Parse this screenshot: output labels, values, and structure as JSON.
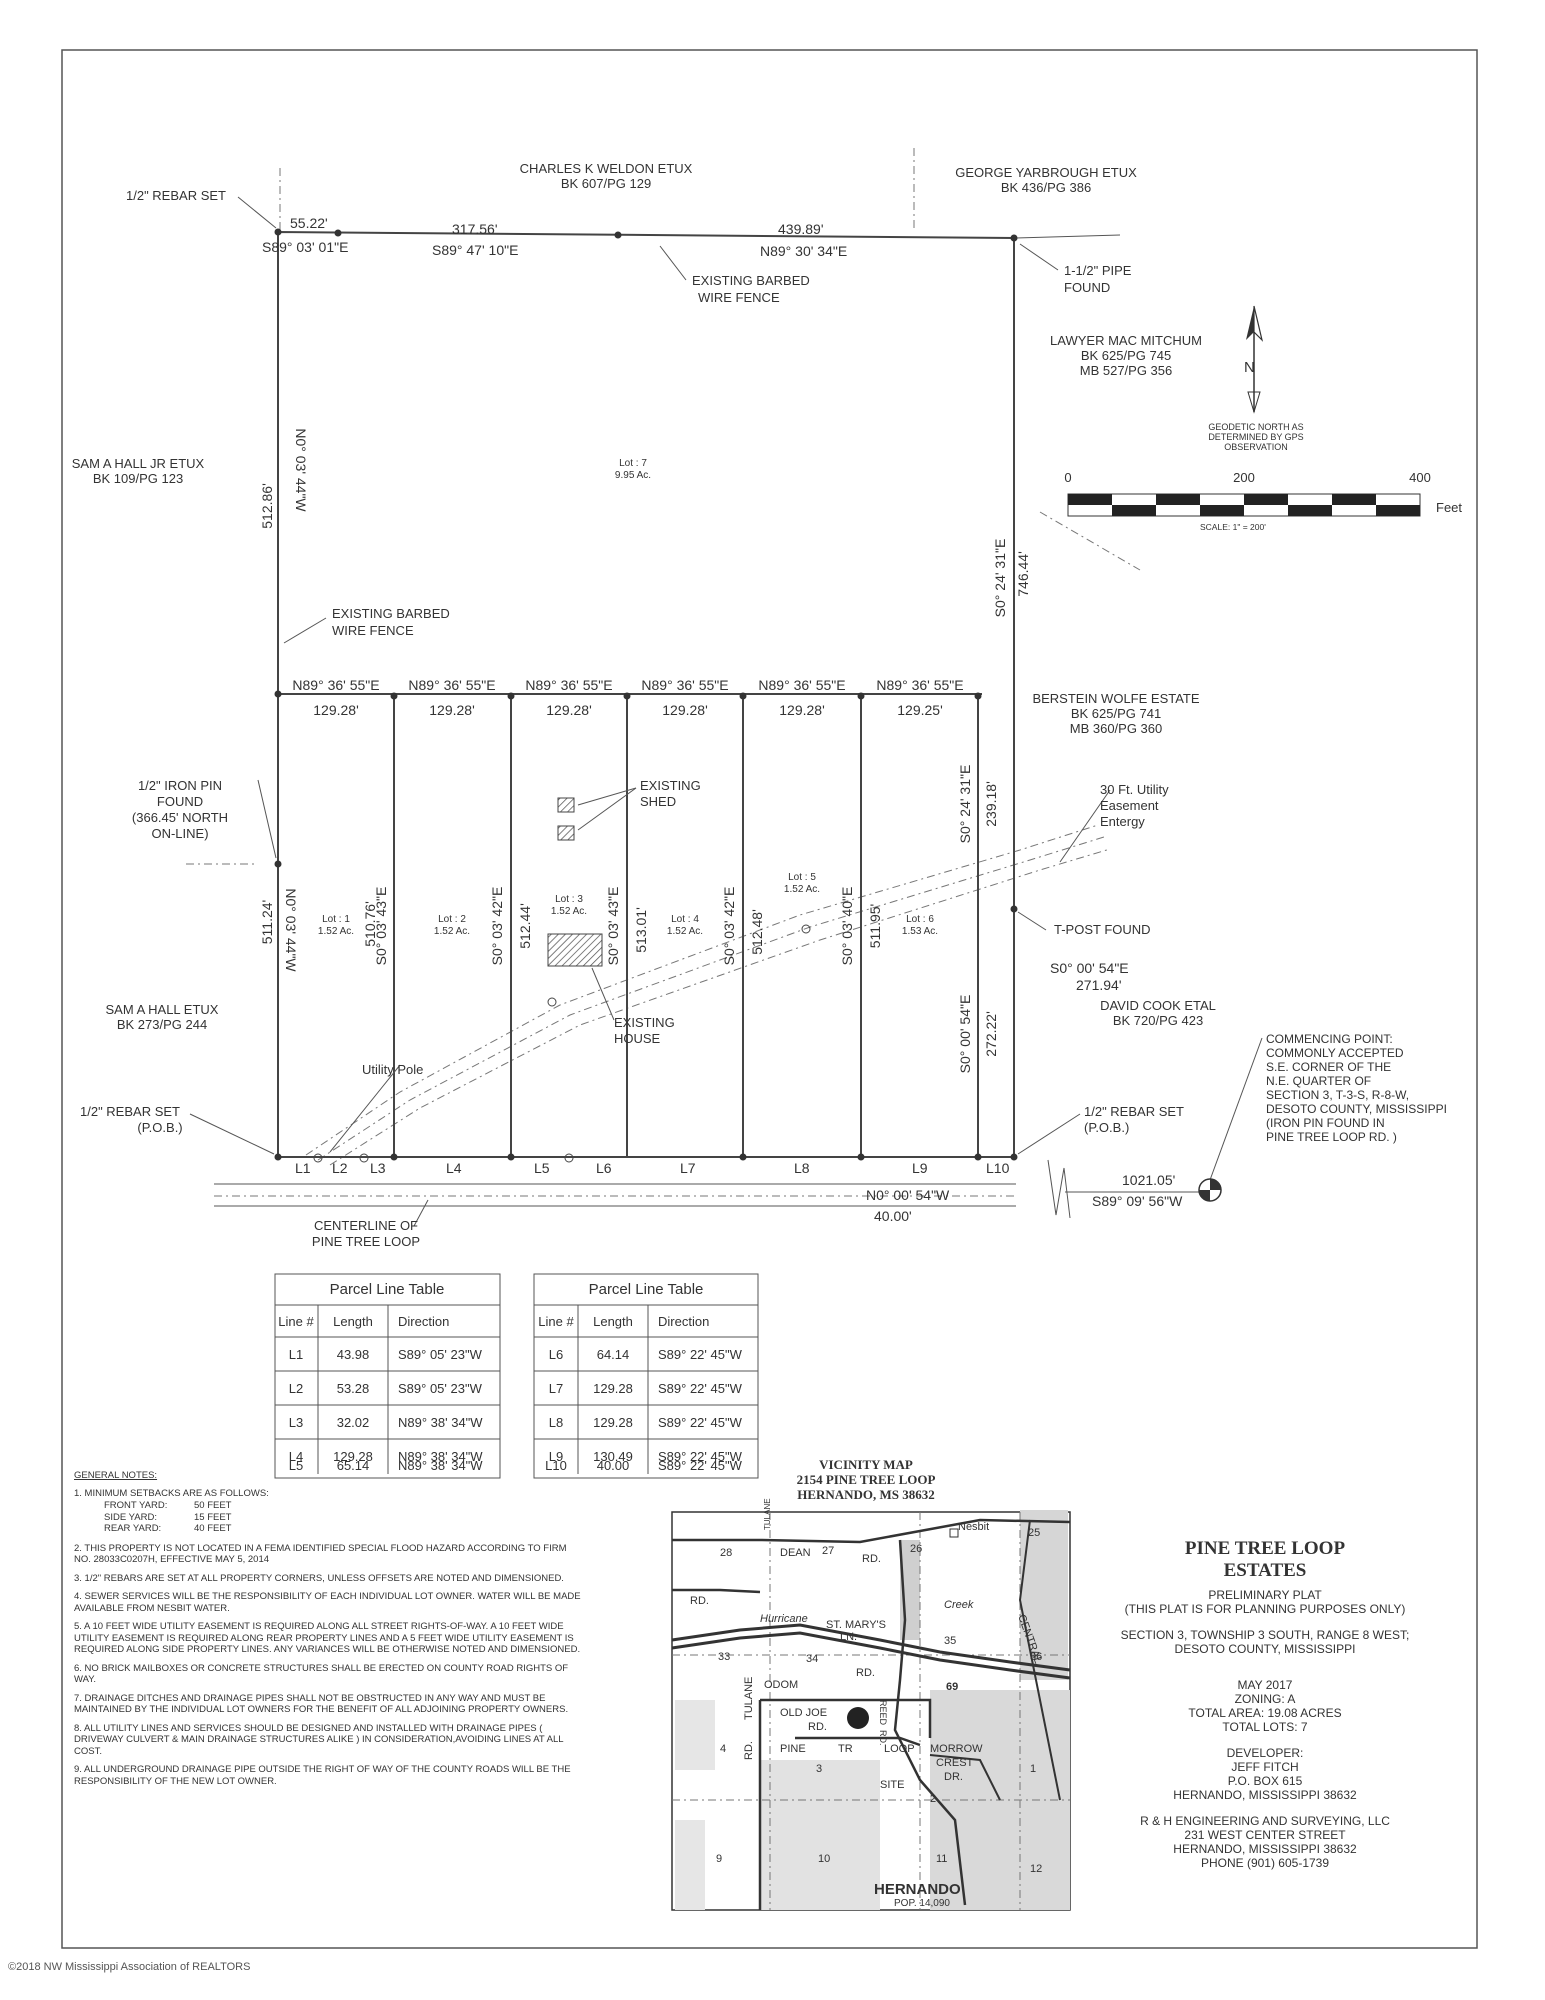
{
  "adjoiners": {
    "weldon": [
      "CHARLES K WELDON ETUX",
      "BK 607/PG 129"
    ],
    "yarbrough": [
      "GEORGE YARBROUGH ETUX",
      "BK 436/PG 386"
    ],
    "mitchum": [
      "LAWYER MAC MITCHUM",
      "BK 625/PG 745",
      "MB 527/PG 356"
    ],
    "hall_jr": [
      "SAM A HALL JR ETUX",
      "BK 109/PG 123"
    ],
    "berstein": [
      "BERSTEIN WOLFE ESTATE",
      "BK 625/PG 741",
      "MB 360/PG 360"
    ],
    "cook": [
      "DAVID COOK ETAL",
      "BK 720/PG 423"
    ],
    "hall": [
      "SAM A HALL ETUX",
      "BK 273/PG 244"
    ]
  },
  "callouts": {
    "rebar_top": "1/2\" REBAR SET",
    "pipe_found": [
      "1-1/2\" PIPE",
      "FOUND"
    ],
    "fence_top": [
      "EXISTING BARBED",
      "WIRE FENCE"
    ],
    "fence_left": [
      "EXISTING BARBED",
      "WIRE FENCE"
    ],
    "iron_pin": [
      "1/2\" IRON PIN",
      "FOUND",
      "(366.45' NORTH",
      "ON-LINE)"
    ],
    "shed": [
      "EXISTING",
      "SHED"
    ],
    "easement": [
      "30 Ft. Utility",
      "Easement",
      "Entergy"
    ],
    "tpost": "T-POST FOUND",
    "house": [
      "EXISTING",
      "HOUSE"
    ],
    "utility_pole": "Utility Pole",
    "pob_left": [
      "1/2\" REBAR SET",
      "(P.O.B.)"
    ],
    "pob_right": [
      "1/2\" REBAR SET",
      "(P.O.B.)"
    ],
    "centerline": [
      "CENTERLINE OF",
      "PINE TREE LOOP"
    ],
    "commencing": [
      "COMMENCING POINT:",
      "COMMONLY ACCEPTED",
      "S.E. CORNER OF THE",
      "N.E. QUARTER OF",
      "SECTION 3, T-3-S, R-8-W,",
      "DESOTO COUNTY, MISSISSIPPI",
      "(IRON PIN FOUND IN",
      "PINE TREE LOOP RD. )"
    ]
  },
  "north": {
    "letter": "N",
    "note": [
      "GEODETIC NORTH AS",
      "DETERMINED BY GPS",
      "OBSERVATION"
    ]
  },
  "scale_bar": {
    "ticks": [
      "0",
      "200",
      "400"
    ],
    "unit": "Feet",
    "scale_text": "SCALE:     1\" = 200'"
  },
  "dimensions": {
    "top_a": "55.22'",
    "top_a_bearing": "S89° 03' 01\"E",
    "top_b": "317.56'",
    "top_b_bearing": "S89° 47' 10\"E",
    "top_c": "439.89'",
    "top_c_bearing": "N89° 30' 34\"E",
    "lot7_left_dist": "512.86'",
    "lot7_left_bearing": "N0° 03' 44\"W",
    "right_bearing": "S0° 24' 31\"E",
    "right_dist": "746.44'",
    "lot_left_dist": "511.24'",
    "lot_left_bearing": "N0° 03' 44\"W",
    "lot_line_bearings": [
      "S0° 03' 43\"E",
      "S0° 03' 42\"E",
      "S0° 03' 43\"E",
      "S0° 03' 42\"E",
      "S0° 03' 40\"E"
    ],
    "lot_line_dists": [
      "510.76'",
      "512.44'",
      "513.01'",
      "512.48'",
      "511.95'"
    ],
    "lot_top_bearing": "N89° 36' 55\"E",
    "lot_top_dists": [
      "129.28'",
      "129.28'",
      "129.28'",
      "129.28'",
      "129.28'",
      "129.25'"
    ],
    "lot6_right_bearing": "S0° 24' 31\"E",
    "lot6_right_dist": "239.18'",
    "lower_right_bearing": "S0° 00' 54\"E",
    "lower_right_dist": "272.22'",
    "jog_bearing": "S0° 00' 54\"E",
    "jog_dist": "271.94'",
    "road_bearing": "N0° 00' 54\"W",
    "road_dist": "40.00'",
    "comm_dist": "1021.05'",
    "comm_bearing": "S89° 09' 56\"W",
    "line_labels": [
      "L1",
      "L2",
      "L3",
      "L4",
      "L5",
      "L6",
      "L7",
      "L8",
      "L9",
      "L10"
    ]
  },
  "lots": [
    {
      "name": "Lot : 7",
      "area": "9.95 Ac."
    },
    {
      "name": "Lot : 1",
      "area": "1.52 Ac."
    },
    {
      "name": "Lot : 2",
      "area": "1.52 Ac."
    },
    {
      "name": "Lot : 3",
      "area": "1.52 Ac."
    },
    {
      "name": "Lot : 4",
      "area": "1.52 Ac."
    },
    {
      "name": "Lot : 5",
      "area": "1.52 Ac."
    },
    {
      "name": "Lot : 6",
      "area": "1.53 Ac."
    }
  ],
  "tables": [
    {
      "title": "Parcel Line Table",
      "headers": [
        "Line #",
        "Length",
        "Direction"
      ],
      "rows": [
        [
          "L1",
          "43.98",
          "S89° 05' 23\"W"
        ],
        [
          "L2",
          "53.28",
          "S89° 05' 23\"W"
        ],
        [
          "L3",
          "32.02",
          "N89° 38' 34\"W"
        ],
        [
          "L4",
          "129.28",
          "N89° 38' 34\"W"
        ],
        [
          "L5",
          "65.14",
          "N89° 38' 34\"W"
        ]
      ]
    },
    {
      "title": "Parcel Line Table",
      "headers": [
        "Line #",
        "Length",
        "Direction"
      ],
      "rows": [
        [
          "L6",
          "64.14",
          "S89° 22' 45\"W"
        ],
        [
          "L7",
          "129.28",
          "S89° 22' 45\"W"
        ],
        [
          "L8",
          "129.28",
          "S89° 22' 45\"W"
        ],
        [
          "L9",
          "130.49",
          "S89° 22' 45\"W"
        ],
        [
          "L10",
          "40.00",
          "S89° 22' 45\"W"
        ]
      ]
    }
  ],
  "vicinity": {
    "title": [
      "VICINITY MAP",
      "2154 PINE TREE LOOP",
      "HERNANDO, MS 38632"
    ],
    "labels": {
      "s28": "28",
      "s27": "27",
      "s26": "26",
      "s25": "25",
      "s33": "33",
      "s34": "34",
      "s35": "35",
      "s36": "36",
      "s4": "4",
      "s3": "3",
      "s2": "2",
      "s1": "1",
      "s9": "9",
      "s10": "10",
      "s11": "11",
      "s12": "12",
      "dean": "DEAN",
      "tulane": "TULANE",
      "nesbit": "Nesbit",
      "rd1": "RD.",
      "rd2": "RD.",
      "hurricane": "Hurricane",
      "stmarys": "ST. MARY'S",
      "ln": "LN.",
      "creek": "Creek",
      "central": "CENTRAL",
      "odom": "ODOM",
      "rd3": "RD.",
      "oldjoe": "OLD JOE",
      "rd4": "RD.",
      "pine": "PINE",
      "tr": "TR",
      "loop": "LOOP",
      "reed": "REED",
      "rd5": "RD.",
      "morrow": "MORROW",
      "crest": "CREST",
      "dr": "DR.",
      "site": "SITE",
      "hernando": "HERNANDO",
      "pop": "POP. 14,090",
      "hwy": "69",
      "tulane2": "TULANE",
      "rd6": "RD."
    }
  },
  "general_notes": {
    "heading": "GENERAL NOTES:",
    "n1": "1. MINIMUM SETBACKS ARE AS FOLLOWS:",
    "setbacks": [
      [
        "FRONT YARD:",
        "50 FEET"
      ],
      [
        "SIDE YARD:",
        "15 FEET"
      ],
      [
        "REAR YARD:",
        "40 FEET"
      ]
    ],
    "n2": "2. THIS PROPERTY IS NOT LOCATED IN A FEMA IDENTIFIED SPECIAL FLOOD HAZARD ACCORDING TO FIRM NO. 28033C0207H, EFFECTIVE MAY 5, 2014",
    "n3": "3. 1/2\" REBARS ARE SET AT ALL PROPERTY CORNERS, UNLESS OFFSETS ARE NOTED AND DIMENSIONED.",
    "n4": "4. SEWER SERVICES WILL BE THE RESPONSIBILITY OF EACH INDIVIDUAL LOT OWNER. WATER WILL BE MADE AVAILABLE FROM NESBIT WATER.",
    "n5": "5. A 10 FEET WIDE UTILITY EASEMENT IS REQUIRED ALONG ALL STREET RIGHTS-OF-WAY. A 10 FEET WIDE UTILITY EASEMENT IS REQUIRED ALONG REAR PROPERTY LINES AND A 5 FEET WIDE UTILITY EASEMENT IS REQUIRED ALONG SIDE PROPERTY LINES. ANY VARIANCES WILL BE OTHERWISE NOTED AND DIMENSIONED.",
    "n6": "6. NO BRICK MAILBOXES OR CONCRETE STRUCTURES SHALL BE ERECTED ON COUNTY ROAD RIGHTS OF WAY.",
    "n7": "7. DRAINAGE DITCHES AND DRAINAGE PIPES SHALL NOT BE OBSTRUCTED IN ANY WAY AND MUST BE MAINTAINED BY THE INDIVIDUAL LOT OWNERS FOR THE BENEFIT OF ALL ADJOINING PROPERTY OWNERS.",
    "n8": "8. ALL UTILITY LINES AND SERVICES SHOULD BE DESIGNED AND INSTALLED WITH DRAINAGE PIPES ( DRIVEWAY CULVERT & MAIN DRAINAGE STRUCTURES ALIKE ) IN CONSIDERATION,AVOIDING LINES AT ALL COST.",
    "n9": "9. ALL UNDERGROUND DRAINAGE PIPE OUTSIDE THE RIGHT OF WAY OF THE COUNTY ROADS WILL BE THE RESPONSIBILITY OF THE NEW LOT OWNER."
  },
  "title_block": {
    "title1": "PINE TREE LOOP",
    "title2": "ESTATES",
    "prelim": "PRELIMINARY PLAT",
    "prelim_note": "(THIS PLAT IS FOR PLANNING PURPOSES ONLY)",
    "section": "SECTION 3, TOWNSHIP 3 SOUTH, RANGE 8 WEST;",
    "county": "DESOTO COUNTY, MISSISSIPPI",
    "date": "MAY 2017",
    "zoning": "ZONING: A",
    "area": "TOTAL AREA: 19.08 ACRES",
    "lots": "TOTAL LOTS: 7",
    "dev_label": "DEVELOPER:",
    "dev_name": "JEFF FITCH",
    "dev_box": "P.O. BOX 615",
    "dev_city": "HERNANDO, MISSISSIPPI 38632",
    "eng_name": "R & H ENGINEERING AND SURVEYING, LLC",
    "eng_street": "231 WEST CENTER STREET",
    "eng_city": "HERNANDO, MISSISSIPPI 38632",
    "eng_phone": "PHONE (901) 605-1739"
  },
  "copyright": "©2018 NW Mississippi Association of REALTORS"
}
